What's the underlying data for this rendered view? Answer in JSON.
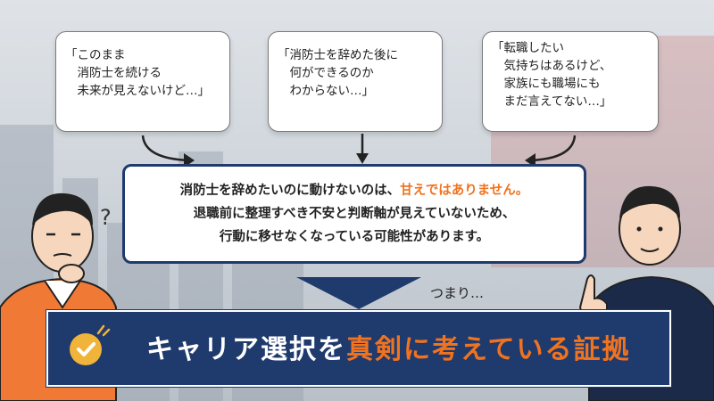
{
  "bubbles": {
    "left": {
      "lines": [
        "「このまま",
        "　消防士を続ける",
        "　未来が見えないけど…」"
      ]
    },
    "center": {
      "lines": [
        "「消防士を辞めた後に",
        "　何ができるのか",
        "　わからない…」"
      ]
    },
    "right": {
      "lines": [
        "「転職したい",
        "　気持ちはあるけど、",
        "　家族にも職場にも",
        "　まだ言えてない…」"
      ]
    }
  },
  "main": {
    "line1_prefix": "消防士を辞めたいのに動けないのは、",
    "line1_highlight": "甘えではありません。",
    "line2": "退職前に整理すべき不安と判断軸が見えていないため、",
    "line3": "行動に移せなくなっている可能性があります。"
  },
  "connector": "つまり…",
  "banner": {
    "prefix": "キャリア選択を",
    "highlight": "真剣に考えている証拠",
    "icon": "check-circle-icon"
  },
  "thinking_mark": "?",
  "colors": {
    "navy": "#1f3a6d",
    "orange": "#f0731f",
    "gold": "#f0b43a"
  }
}
